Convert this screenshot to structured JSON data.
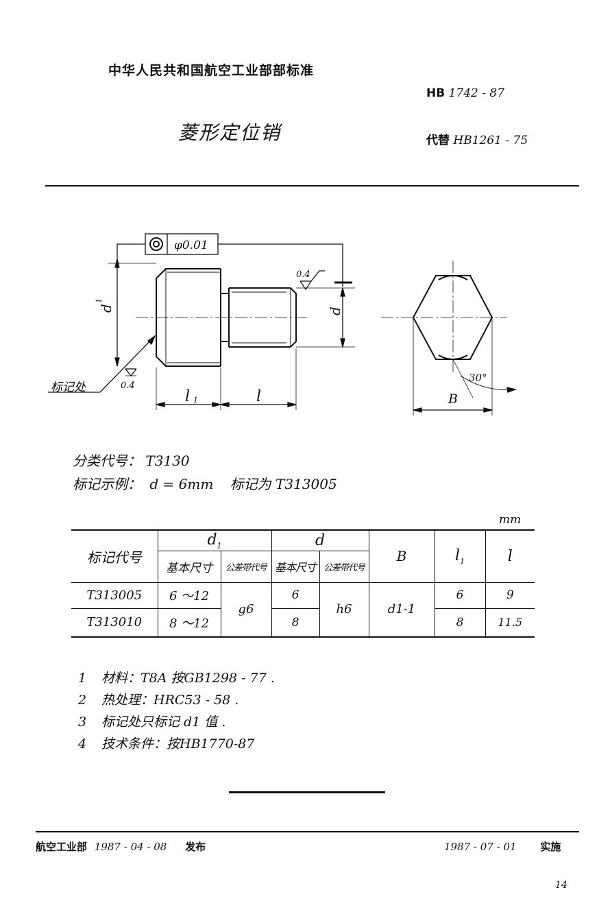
{
  "header": {
    "org": "中华人民共和国航空工业部部标准",
    "std_prefix": "HB",
    "std_number": "1742 - 87",
    "title": "菱形定位销",
    "replaces_prefix": "代替",
    "replaces_number": "HB1261 - 75"
  },
  "drawing": {
    "tolerance_value": "φ0.01",
    "roughness_right": "0.4",
    "roughness_left": "0.4",
    "label_d1": "d",
    "label_d1_sub": "1",
    "label_d": "d",
    "label_l1": "l",
    "label_l1_sub": "1",
    "label_l": "l",
    "label_B": "B",
    "angle": "30°",
    "marking_location": "标记处"
  },
  "classification": {
    "label": "分类代号：",
    "value": "T3130"
  },
  "example": {
    "label": "标记示例：",
    "condition": "d = 6mm",
    "marking_label": "标记为",
    "marking_value": "T313005"
  },
  "table": {
    "unit": "mm",
    "headers": {
      "code": "标记代号",
      "d1": "d",
      "d1_sub": "1",
      "d": "d",
      "basic_size": "基本尺寸",
      "tol_zone": "公差带代号",
      "B": "B",
      "l1": "l",
      "l1_sub": "1",
      "l": "l"
    },
    "rows": [
      {
        "code": "T313005",
        "d1_basic": "6 ～12",
        "d_basic": "6",
        "l1": "6",
        "l": "9"
      },
      {
        "code": "T313010",
        "d1_basic": "8 ～12",
        "d_basic": "8",
        "l1": "8",
        "l": "11.5"
      }
    ],
    "d1_tol": "g6",
    "d_tol": "h6",
    "B_value": "d1-1"
  },
  "notes": [
    {
      "num": "1",
      "text": "材料：T8A  按GB1298 - 77 ."
    },
    {
      "num": "2",
      "text": "热处理：HRC53 - 58 ."
    },
    {
      "num": "3",
      "text": "标记处只标记 d1 值  ."
    },
    {
      "num": "4",
      "text": "技术条件：按HB1770-87"
    }
  ],
  "footer": {
    "issuer": "航空工业部",
    "issue_date": "1987 - 04 - 08",
    "issue_word": "发布",
    "effective_date": "1987 - 07 - 01",
    "effective_word": "实施",
    "page": "14"
  }
}
